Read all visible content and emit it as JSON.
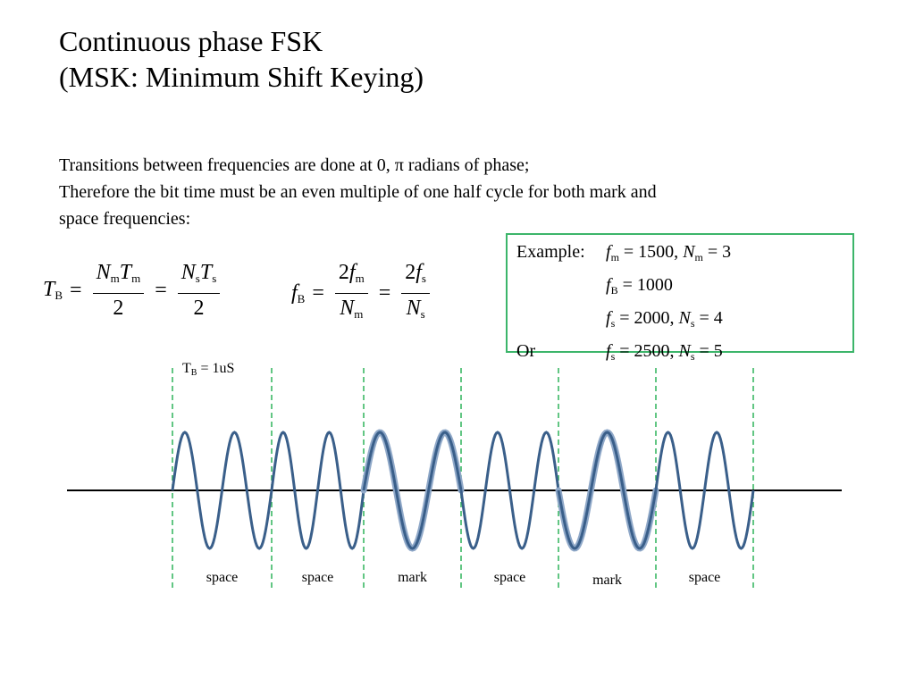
{
  "title": {
    "line1": "Continuous phase FSK",
    "line2": "(MSK: Minimum Shift Keying)"
  },
  "body": {
    "line1": "Transitions between frequencies are done at 0, π radians of phase;",
    "line2": "Therefore the bit time must be an even multiple of one half cycle for both mark and",
    "line3": "space frequencies:"
  },
  "formula_tb": {
    "lhs": "T",
    "lhs_sub": "B",
    "eq": "=",
    "f1_num_a": "N",
    "f1_num_a_sub": "m",
    "f1_num_b": "T",
    "f1_num_b_sub": "m",
    "f1_den": "2",
    "f2_num_a": "N",
    "f2_num_a_sub": "s",
    "f2_num_b": "T",
    "f2_num_b_sub": "s",
    "f2_den": "2"
  },
  "formula_fb": {
    "lhs": "f",
    "lhs_sub": "B",
    "eq": "=",
    "f1_num_coef": "2",
    "f1_num": "f",
    "f1_num_sub": "m",
    "f1_den": "N",
    "f1_den_sub": "m",
    "f2_num_coef": "2",
    "f2_num": "f",
    "f2_num_sub": "s",
    "f2_den": "N",
    "f2_den_sub": "s"
  },
  "example": {
    "rows": [
      {
        "label": "Example:",
        "a": "f",
        "a_sub": "m",
        "a_val": " = 1500, ",
        "b": "N",
        "b_sub": "m",
        "b_val": " = 3"
      },
      {
        "label": "",
        "a": "f",
        "a_sub": "B",
        "a_val": " = 1000",
        "b": "",
        "b_sub": "",
        "b_val": ""
      },
      {
        "label": "",
        "a": "f",
        "a_sub": "s",
        "a_val": " = 2000, ",
        "b": "N",
        "b_sub": "s",
        "b_val": " = 4"
      },
      {
        "label": "Or",
        "a": "f",
        "a_sub": "s",
        "a_val": " = 2500, ",
        "b": "N",
        "b_sub": "s",
        "b_val": " = 5"
      }
    ],
    "border_color": "#3cb56a"
  },
  "waveform": {
    "tb_label": "T",
    "tb_sub": "B",
    "tb_value": " = 1uS",
    "segments": [
      {
        "label": "space",
        "cycles": 2,
        "highlight": false
      },
      {
        "label": "space",
        "cycles": 2,
        "highlight": false
      },
      {
        "label": "mark",
        "cycles": 1.5,
        "highlight": true
      },
      {
        "label": "space",
        "cycles": 2,
        "highlight": false
      },
      {
        "label": "mark",
        "cycles": 1.5,
        "highlight": true
      },
      {
        "label": "space",
        "cycles": 2,
        "highlight": false
      }
    ],
    "wave_color": "#3a5f8a",
    "highlight_color": "#8fa8c8",
    "divider_color": "#2fb35a"
  }
}
